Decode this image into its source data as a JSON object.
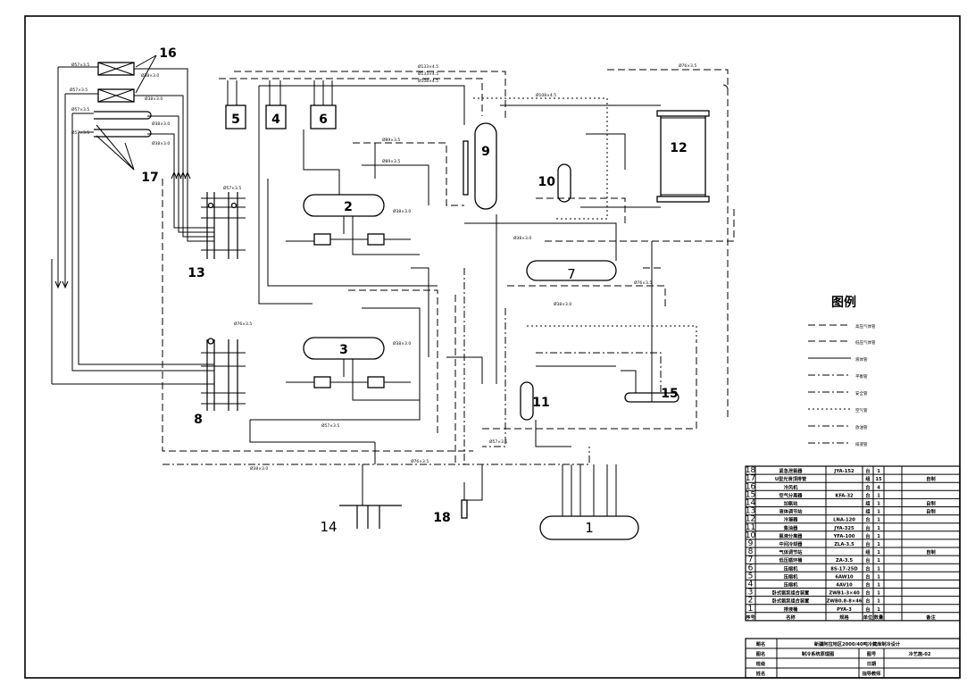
{
  "numbers": {
    "n1": "1",
    "n2": "2",
    "n3": "3",
    "n4": "4",
    "n5": "5",
    "n6": "6",
    "n7": "7",
    "n8": "8",
    "n9": "9",
    "n10": "10",
    "n11": "11",
    "n12": "12",
    "n13": "13",
    "n14": "14",
    "n15": "15",
    "n16": "16",
    "n17": "17",
    "n18": "18"
  },
  "pipe_labels": [
    "Ø57×3.5",
    "Ø38×3.0",
    "Ø57×3.5",
    "Ø38×3.0",
    "Ø57×3.5",
    "Ø38×3.0",
    "Ø57×3.5",
    "Ø38×3.0",
    "Ø133×4.5",
    "Ø133×4.5",
    "Ø108×4.5",
    "Ø76×3.5",
    "Ø89×3.5",
    "Ø89×3.5",
    "Ø38×3.0",
    "Ø57×3.5",
    "Ø38×3.0",
    "Ø76×3.5",
    "Ø57×3.5",
    "Ø38×3.0",
    "Ø57×3.5",
    "Ø38×3.0",
    "Ø108×4.5",
    "Ø76×3.5",
    "Ø38×3.0",
    "Ø76×3.5"
  ],
  "legend": {
    "title": "图例",
    "items": [
      "高压气体管",
      "低压气体管",
      "液体管",
      "平衡管",
      "安全管",
      "空气管",
      "放油管",
      "排液管"
    ]
  },
  "bom": {
    "rows": [
      {
        "no": "18",
        "name": "紧急泄氨器",
        "model": "JYA-152",
        "unit": "台",
        "qty": "1",
        "remark": ""
      },
      {
        "no": "17",
        "name": "U型光滑顶排管",
        "model": "",
        "unit": "组",
        "qty": "15",
        "remark": "自制"
      },
      {
        "no": "16",
        "name": "冷风机",
        "model": "",
        "unit": "台",
        "qty": "4",
        "remark": ""
      },
      {
        "no": "15",
        "name": "空气分离器",
        "model": "KFA-32",
        "unit": "台",
        "qty": "1",
        "remark": ""
      },
      {
        "no": "14",
        "name": "加氨站",
        "model": "",
        "unit": "组",
        "qty": "1",
        "remark": "自制"
      },
      {
        "no": "13",
        "name": "液体调节站",
        "model": "",
        "unit": "组",
        "qty": "1",
        "remark": "自制"
      },
      {
        "no": "12",
        "name": "冷凝器",
        "model": "LNA-120",
        "unit": "台",
        "qty": "1",
        "remark": ""
      },
      {
        "no": "11",
        "name": "集油器",
        "model": "JYA-325",
        "unit": "台",
        "qty": "1",
        "remark": ""
      },
      {
        "no": "10",
        "name": "氨液分离器",
        "model": "YFA-100",
        "unit": "台",
        "qty": "1",
        "remark": ""
      },
      {
        "no": "9",
        "name": "中间冷却器",
        "model": "ZLA-3.5",
        "unit": "台",
        "qty": "1",
        "remark": ""
      },
      {
        "no": "8",
        "name": "气体调节站",
        "model": "",
        "unit": "组",
        "qty": "1",
        "remark": "自制"
      },
      {
        "no": "7",
        "name": "低压循环桶",
        "model": "ZA-3.5",
        "unit": "台",
        "qty": "1",
        "remark": ""
      },
      {
        "no": "6",
        "name": "压缩机",
        "model": "8S-17-25D",
        "unit": "台",
        "qty": "1",
        "remark": ""
      },
      {
        "no": "5",
        "name": "压缩机",
        "model": "6AW10",
        "unit": "台",
        "qty": "1",
        "remark": ""
      },
      {
        "no": "4",
        "name": "压缩机",
        "model": "4AV10",
        "unit": "台",
        "qty": "1",
        "remark": ""
      },
      {
        "no": "3",
        "name": "卧式氨泵组合装置",
        "model": "ZWB1-3×40",
        "unit": "台",
        "qty": "1",
        "remark": ""
      },
      {
        "no": "2",
        "name": "卧式氨泵组合装置",
        "model": "ZWB0.8-8×46",
        "unit": "台",
        "qty": "1",
        "remark": ""
      },
      {
        "no": "1",
        "name": "排液桶",
        "model": "PYA-3",
        "unit": "台",
        "qty": "1",
        "remark": ""
      }
    ],
    "header": {
      "no": "序号",
      "name": "名称",
      "model": "规格",
      "unit": "单位",
      "qty": "数量",
      "remark": "备注"
    }
  },
  "title_block": {
    "label_title": "题名",
    "value_title": "新疆阿拉地区2000/40吨冷藏库制冷设计",
    "label_drawing": "图名",
    "value_drawing": "制冷系统原理图",
    "label_code": "图号",
    "value_code": "冷艺施-02",
    "label_class": "班级",
    "label_date": "日期",
    "label_name": "姓名",
    "label_teacher": "指导教师"
  }
}
